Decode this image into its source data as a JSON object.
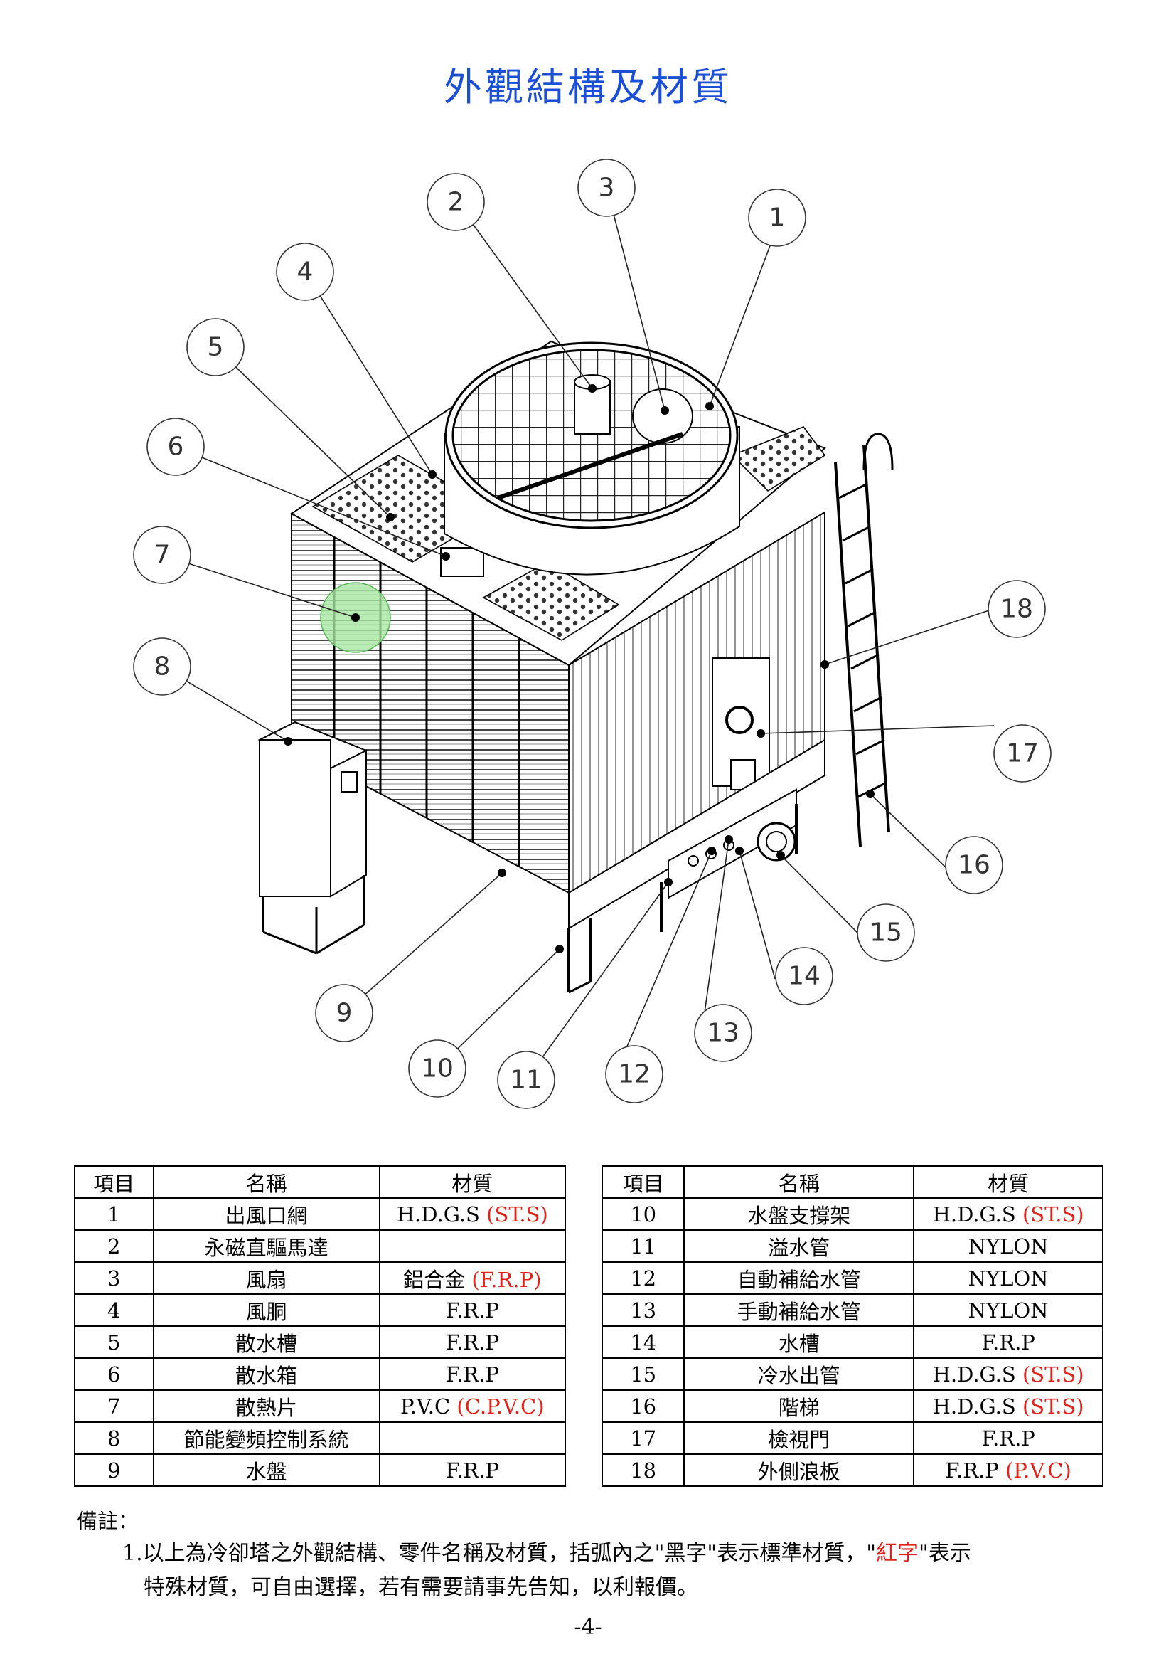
{
  "title": "外觀結構及材質",
  "callouts": [
    "1",
    "2",
    "3",
    "4",
    "5",
    "6",
    "7",
    "8",
    "9",
    "10",
    "11",
    "12",
    "13",
    "14",
    "15",
    "16",
    "17",
    "18"
  ],
  "table_headers": {
    "item": "項目",
    "name": "名稱",
    "material": "材質"
  },
  "parts_left": [
    {
      "no": "1",
      "name": "出風口網",
      "mat": "H.D.G.S",
      "alt": "(ST.S)"
    },
    {
      "no": "2",
      "name": "永磁直驅馬達",
      "mat": "",
      "alt": ""
    },
    {
      "no": "3",
      "name": "風扇",
      "mat": "鋁合金",
      "alt": "(F.R.P)"
    },
    {
      "no": "4",
      "name": "風胴",
      "mat": "F.R.P",
      "alt": ""
    },
    {
      "no": "5",
      "name": "散水槽",
      "mat": "F.R.P",
      "alt": ""
    },
    {
      "no": "6",
      "name": "散水箱",
      "mat": "F.R.P",
      "alt": ""
    },
    {
      "no": "7",
      "name": "散熱片",
      "mat": "P.V.C",
      "alt": "(C.P.V.C)"
    },
    {
      "no": "8",
      "name": "節能變頻控制系統",
      "mat": "",
      "alt": ""
    },
    {
      "no": "9",
      "name": "水盤",
      "mat": "F.R.P",
      "alt": ""
    }
  ],
  "parts_right": [
    {
      "no": "10",
      "name": "水盤支撐架",
      "mat": "H.D.G.S",
      "alt": "(ST.S)"
    },
    {
      "no": "11",
      "name": "溢水管",
      "mat": "NYLON",
      "alt": ""
    },
    {
      "no": "12",
      "name": "自動補給水管",
      "mat": "NYLON",
      "alt": ""
    },
    {
      "no": "13",
      "name": "手動補給水管",
      "mat": "NYLON",
      "alt": ""
    },
    {
      "no": "14",
      "name": "水槽",
      "mat": "F.R.P",
      "alt": ""
    },
    {
      "no": "15",
      "name": "冷水出管",
      "mat": "H.D.G.S",
      "alt": "(ST.S)"
    },
    {
      "no": "16",
      "name": "階梯",
      "mat": "H.D.G.S",
      "alt": "(ST.S)"
    },
    {
      "no": "17",
      "name": "檢視門",
      "mat": "F.R.P",
      "alt": ""
    },
    {
      "no": "18",
      "name": "外側浪板",
      "mat": "F.R.P",
      "alt": "(P.V.C)"
    }
  ],
  "notes": {
    "heading": "備註：",
    "line_a": "1.以上為冷卻塔之外觀結構、零件名稱及材質，括弧內之\"黑字\"表示標準材質，\"",
    "line_red": "紅字",
    "line_b": "\"表示",
    "line_2": "特殊材質，可自由選擇，若有需要請事先告知，以利報價。"
  },
  "page_number": "-4-",
  "colors": {
    "title": "#1a4fd6",
    "special": "#e0241c",
    "highlight": "#a8e6a1"
  }
}
